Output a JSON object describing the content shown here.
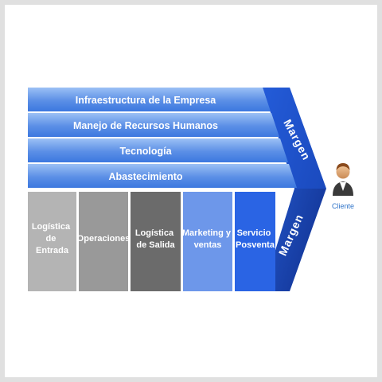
{
  "support_activities": [
    {
      "label": "Infraestructura de la Empresa"
    },
    {
      "label": "Manejo de Recursos Humanos"
    },
    {
      "label": "Tecnología"
    },
    {
      "label": "Abastecimiento"
    }
  ],
  "primary_activities": [
    {
      "lines": [
        "Logística",
        "de",
        "Entrada"
      ],
      "color": "#b4b4b4"
    },
    {
      "lines": [
        "Operaciones"
      ],
      "color": "#999999"
    },
    {
      "lines": [
        "Logística",
        "de Salida"
      ],
      "color": "#6b6b6b"
    },
    {
      "lines": [
        "Marketing y",
        "ventas"
      ],
      "color": "#6d97ea"
    },
    {
      "lines": [
        "Servicio",
        "Posventa"
      ],
      "color": "#2a64e4"
    }
  ],
  "margin": {
    "top_label": "Margen",
    "bottom_label": "Margen"
  },
  "client": {
    "label": "Cliente"
  },
  "colors": {
    "bar_light": "#8fb6f2",
    "bar_dark": "#3c78df",
    "margin_dark": "#0f2e8c",
    "margin_mid": "#1e52d0",
    "frame_border": "#e0e0e0"
  }
}
